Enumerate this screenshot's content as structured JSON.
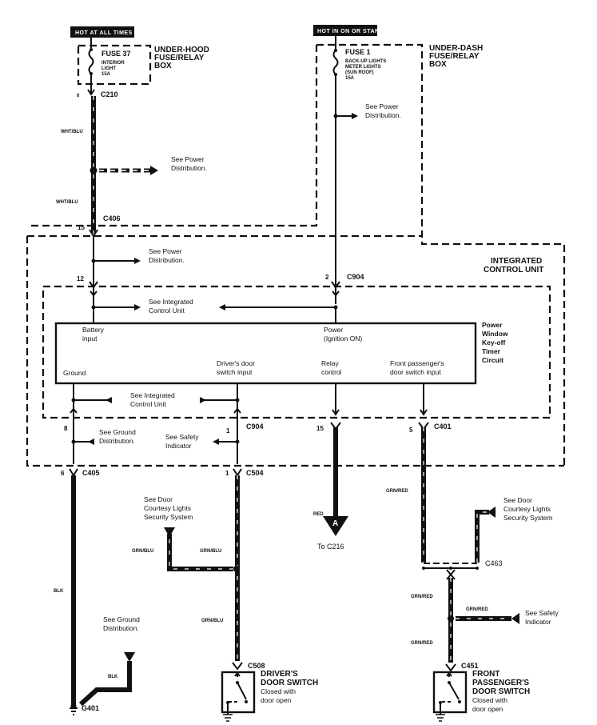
{
  "headers": {
    "left": "HOT AT ALL TIMES",
    "right": "HOT IN ON OR START"
  },
  "fuses": {
    "left": {
      "name": "FUSE 37",
      "lines": [
        "INTERIOR",
        "LIGHT",
        "15A"
      ],
      "box_label": [
        "UNDER-HOOD",
        "FUSE/RELAY",
        "BOX"
      ]
    },
    "right": {
      "name": "FUSE 1",
      "lines": [
        "BACK-UP LIGHTS",
        "METER LIGHTS",
        "(SUN ROOF)",
        "15A"
      ],
      "box_label": [
        "UNDER-DASH",
        "FUSE/RELAY",
        "BOX"
      ]
    }
  },
  "connectors": {
    "c210": {
      "name": "C210",
      "pin": "6"
    },
    "c406": {
      "name": "C406",
      "pin": "15"
    },
    "c904_top_left": {
      "pin": "12"
    },
    "c904_top_right": {
      "name": "C904",
      "pin": "2"
    },
    "c904_bottom_left": {
      "pin": "8"
    },
    "c904_bottom_mid": {
      "name": "C904",
      "pin": "1"
    },
    "c405": {
      "name": "C405",
      "pin": "6"
    },
    "c504": {
      "name": "C504",
      "pin": "1"
    },
    "c401_left": {
      "pin": "15"
    },
    "c401_right": {
      "name": "C401",
      "pin": "5"
    },
    "c463": {
      "name": "C463"
    },
    "c508": {
      "name": "C508"
    },
    "c451": {
      "name": "C451"
    },
    "g401": {
      "name": "G401"
    }
  },
  "wire_colors": {
    "wht_blu_1": "WHT/BLU",
    "wht_blu_2": "WHT/BLU",
    "blk_1": "BLK",
    "blk_2": "BLK",
    "grn_blu_1": "GRN/BLU",
    "grn_blu_2": "GRN/BLU",
    "grn_blu_3": "GRN/BLU",
    "red": "RED",
    "grn_red_1": "GRN/RED",
    "grn_red_2": "GRN/RED",
    "grn_red_3": "GRN/RED",
    "grn_red_4": "GRN/RED"
  },
  "references": {
    "power_dist_1": [
      "See Power",
      "Distribution."
    ],
    "power_dist_2": [
      "See Power",
      "Distribution."
    ],
    "power_dist_3": [
      "See Power",
      "Distribution."
    ],
    "icu_1": [
      "See Integrated",
      "Control Unit"
    ],
    "icu_2": [
      "See Integrated",
      "Control Unit"
    ],
    "ground_dist_1": [
      "See Ground",
      "Distribution."
    ],
    "ground_dist_2": [
      "See Ground",
      "Distribution."
    ],
    "safety_1": [
      "See Safety",
      "Indicator"
    ],
    "safety_2": [
      "See Safety",
      "Indicator"
    ],
    "courtesy_1": [
      "See Door",
      "Courtesy Lights",
      "Security System"
    ],
    "courtesy_2": [
      "See Door",
      "Courtesy Lights",
      "Security System"
    ]
  },
  "control_unit": {
    "title": [
      "INTEGRATED",
      "CONTROL UNIT"
    ],
    "circuit_label": [
      "Power",
      "Window",
      "Key-off",
      "Timer",
      "Circuit"
    ],
    "battery_input": [
      "Battery",
      "input"
    ],
    "power_input": [
      "Power",
      "(Ignition ON)"
    ],
    "ground": "Ground",
    "driver_door": [
      "Driver's door",
      "switch input"
    ],
    "relay_control": [
      "Relay",
      "control"
    ],
    "passenger_door": [
      "Front passenger's",
      "door switch input"
    ]
  },
  "offpage": {
    "letter": "A",
    "label": "To C216"
  },
  "switches": {
    "driver": {
      "lines": [
        "DRIVER'S",
        "DOOR SWITCH"
      ],
      "note": [
        "Closed with",
        "door open"
      ]
    },
    "passenger": {
      "lines": [
        "FRONT",
        "PASSENGER'S",
        "DOOR SWITCH"
      ],
      "note": [
        "Closed with",
        "door open"
      ]
    }
  }
}
